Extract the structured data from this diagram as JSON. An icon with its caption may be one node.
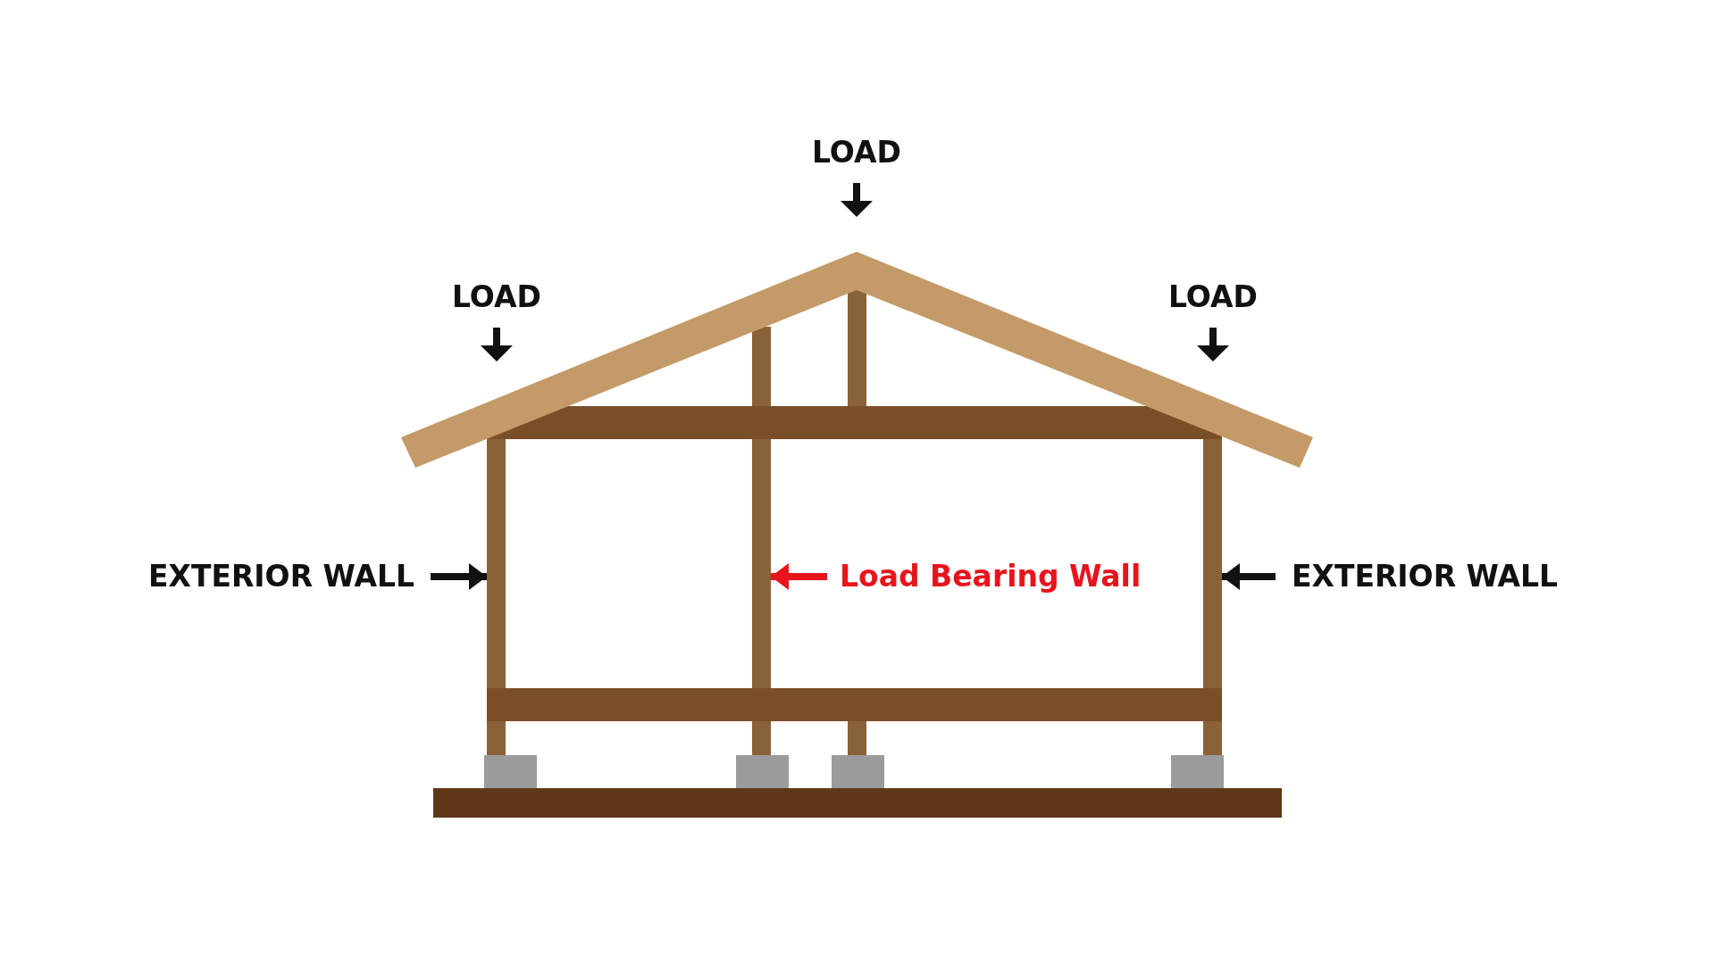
{
  "diagram": {
    "nodes": [
      {
        "text": [
          "EXTERIOR WALL"
        ]
      },
      {
        "text": [],
        "shape": "bar"
      },
      {
        "text": [
          "Load Bearing Wall"
        ]
      },
      {
        "text": [],
        "shape": "bar"
      },
      {
        "text": [
          "EXTERIOR WALL"
        ]
      },
      {
        "text": [],
        "shape": "bar"
      }
    ],
    "edges": [
      {
        "from": 0,
        "to": 1,
        "arrow": "to"
      },
      {
        "from": 2,
        "to": 3,
        "arrow": "to",
        "color": "#e8141c"
      },
      {
        "from": 4,
        "to": 5,
        "arrow": "to"
      }
    ],
    "labels": [
      "LOAD",
      "LOAD",
      "LOAD"
    ]
  }
}
